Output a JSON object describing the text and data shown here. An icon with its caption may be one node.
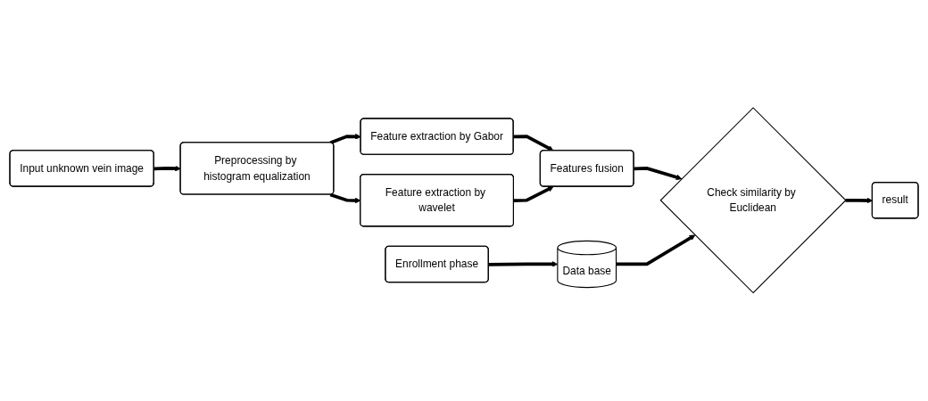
{
  "diagram": {
    "nodes": [
      {
        "text": [
          "Input unknown vein image"
        ]
      },
      {
        "text": [
          "Preprocessing by histogram equalization"
        ]
      },
      {
        "text": [
          "Feature extraction by Gabor"
        ]
      },
      {
        "text": [
          "Feature extraction by wavelet"
        ]
      },
      {
        "text": [
          "Features fusion"
        ]
      },
      {
        "text": [
          "Check similarity by Euclidean"
        ]
      },
      {
        "text": [
          "result"
        ]
      },
      {
        "text": [
          "Data base"
        ]
      },
      {
        "text": [
          "Enrollment phase"
        ]
      }
    ],
    "edges": [
      {
        "from": 0,
        "to": 1,
        "arrow": "to"
      },
      {
        "from": 1,
        "to": 2,
        "arrow": "to"
      },
      {
        "from": 1,
        "to": 3,
        "arrow": "to"
      },
      {
        "from": 2,
        "to": 4,
        "arrow": "to"
      },
      {
        "from": 3,
        "to": 4,
        "arrow": "to"
      },
      {
        "from": 4,
        "to": 5,
        "arrow": "to"
      },
      {
        "from": 5,
        "to": 6,
        "arrow": "to"
      },
      {
        "from": 7,
        "to": 5,
        "arrow": "to"
      },
      {
        "from": 8,
        "to": 7,
        "arrow": "to"
      }
    ]
  }
}
